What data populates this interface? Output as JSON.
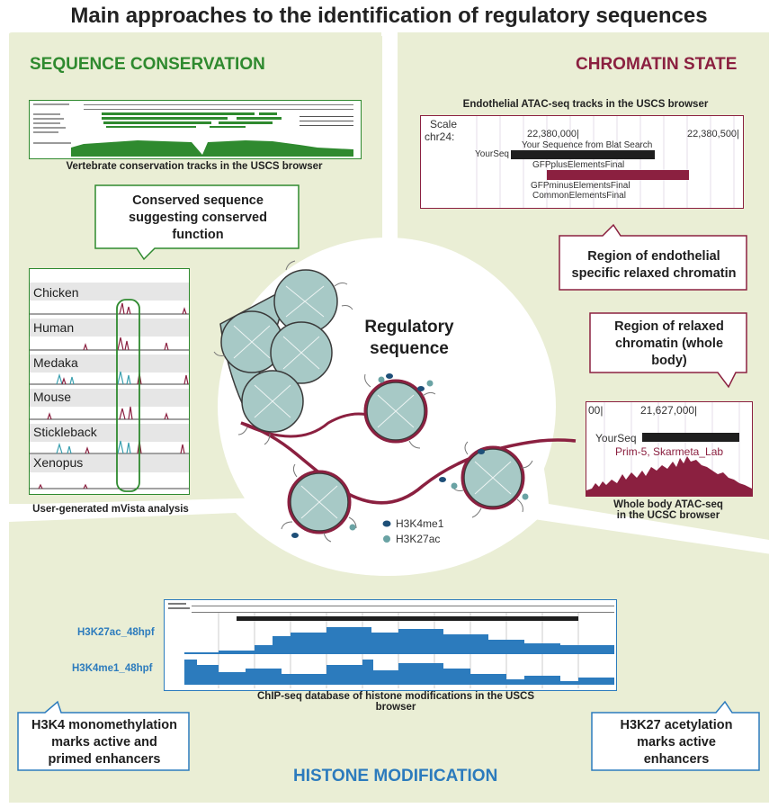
{
  "title": "Main approaches to the identification of regulatory sequences",
  "colors": {
    "green": "#2f8a2f",
    "maroon": "#8b2040",
    "blue": "#2c7bbd",
    "background": "#eaeed5",
    "nucleosome": "#a7c9c6"
  },
  "sequence_conservation": {
    "title": "SEQUENCE CONSERVATION",
    "browser_caption": "Vertebrate conservation tracks in the USCS browser",
    "callout": [
      "Conserved sequence",
      "suggesting conserved",
      "function"
    ],
    "mvista_caption": "User-generated mVista analysis",
    "species": [
      "Chicken",
      "Human",
      "Medaka",
      "Mouse",
      "Stickleback",
      "Xenopus"
    ]
  },
  "chromatin_state": {
    "title": "CHROMATIN STATE",
    "atac_caption": "Endothelial ATAC-seq tracks in the USCS browser",
    "browser": {
      "scale": "Scale",
      "chrom": "chr24:",
      "pos1": "22,380,000|",
      "pos2": "22,380,500|",
      "blat": "Your Sequence from Blat Search",
      "yourseq": "YourSeq",
      "gfp_plus": "GFPplusElementsFinal",
      "gfp_minus": "GFPminusElementsFinal",
      "common": "CommonElementsFinal"
    },
    "callout_endothelial": [
      "Region of endothelial",
      "specific relaxed chromatin"
    ],
    "callout_whole": [
      "Region of relaxed",
      "chromatin (whole",
      "body)"
    ],
    "whole_browser": {
      "pos_left": "00|",
      "pos": "21,627,000|",
      "yourseq": "YourSeq",
      "track": "Prim-5, Skarmeta_Lab"
    },
    "whole_caption": [
      "Whole body ATAC-seq",
      "in the UCSC browser"
    ]
  },
  "center": {
    "label": [
      "Regulatory",
      "sequence"
    ],
    "legend": [
      "H3K4me1",
      "H3K27ac"
    ]
  },
  "histone_modification": {
    "title": "HISTONE MODIFICATION",
    "tracks": [
      "H3K27ac_48hpf",
      "H3K4me1_48hpf"
    ],
    "chip_caption": [
      "ChIP-seq database of histone modifications in the USCS",
      "browser"
    ],
    "callout_left": [
      "H3K4 monomethylation",
      "marks active and",
      "primed enhancers"
    ],
    "callout_right": [
      "H3K27 acetylation",
      "marks active",
      "enhancers"
    ]
  }
}
